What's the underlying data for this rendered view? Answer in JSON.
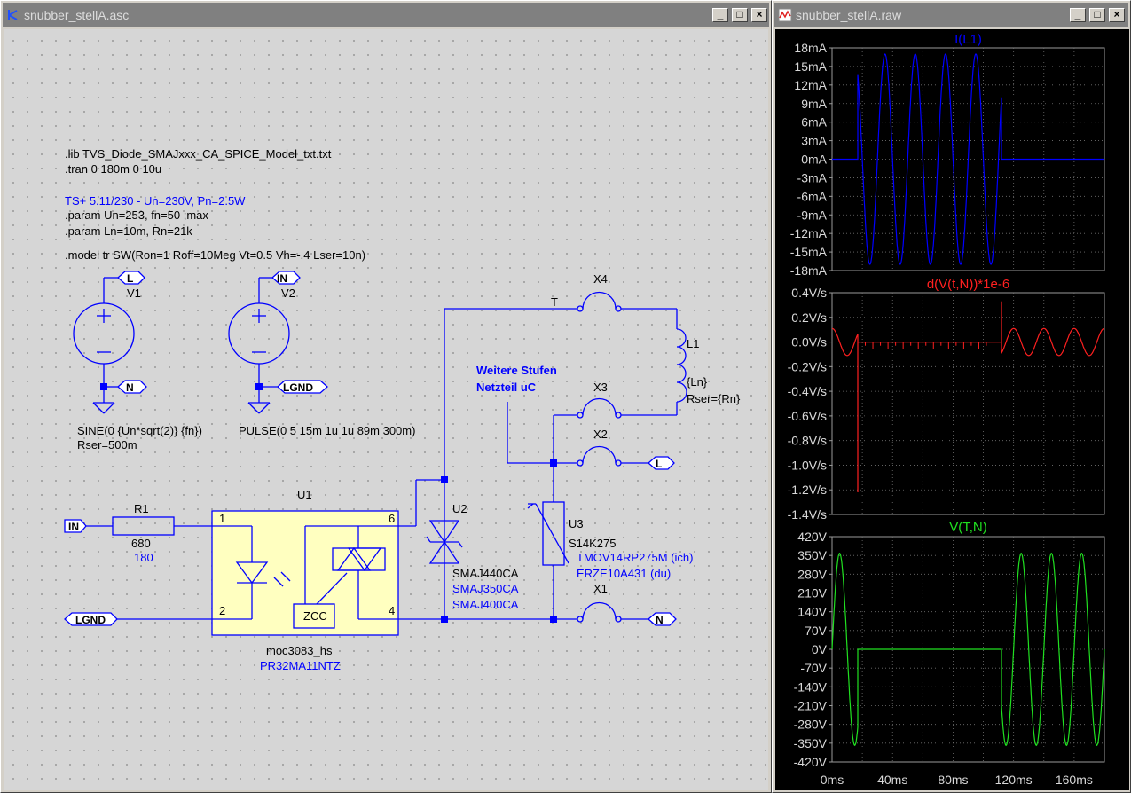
{
  "schematic_window": {
    "title": "snubber_stellA.asc",
    "buttons": {
      "minimize": "_",
      "maximize": "□",
      "close": "×"
    },
    "directives": {
      "lib": ".lib TVS_Diode_SMAJxxx_CA_SPICE_Model_txt.txt",
      "tran": ".tran 0 180m 0 10u",
      "comment": "TS+ 5.11/230 - Un=230V, Pn=2.5W",
      "param1": ".param Un=253, fn=50   ;max",
      "param2": ".param Ln=10m, Rn=21k",
      "model": ".model tr SW(Ron=1 Roff=10Meg Vt=0.5 Vh=-.4 Lser=10n)"
    },
    "components": {
      "v1_name": "V1",
      "v1_value": "SINE(0 {Un*sqrt(2)} {fn})",
      "v1_rser": "Rser=500m",
      "v2_name": "V2",
      "v2_value": "PULSE(0 5 15m 1u 1u 89m 300m)",
      "r1_name": "R1",
      "r1_value": "680",
      "r1_alt": "180",
      "u1_name": "U1",
      "u1_model": "moc3083_hs",
      "u1_alt": "PR32MA11NTZ",
      "u1_pin1": "1",
      "u1_pin2": "2",
      "u1_pin4": "4",
      "u1_pin6": "6",
      "zcc": "ZCC",
      "u2_name": "U2",
      "u2_value": "SMAJ440CA",
      "u2_alt1": "SMAJ350CA",
      "u2_alt2": "SMAJ400CA",
      "u3_name": "U3",
      "u3_value": "S14K275",
      "u3_alt1": "TMOV14RP275M (ich)",
      "u3_alt2": "ERZE10A431 (du)",
      "l1_name": "L1",
      "l1_value": "{Ln}",
      "l1_rser": "Rser={Rn}",
      "x1": "X1",
      "x2": "X2",
      "x3": "X3",
      "x4": "X4",
      "net_t": "T",
      "note_line1": "Weitere Stufen",
      "note_line2": "Netzteil uC"
    },
    "net_flags": {
      "l_v1": "L",
      "n_v1": "N",
      "in_v2": "IN",
      "lgnd_v2": "LGND",
      "in_r1": "IN",
      "lgnd_u1": "LGND",
      "l_x2": "L",
      "n_x1": "N"
    }
  },
  "plot_window": {
    "title": "snubber_stellA.raw",
    "buttons": {
      "minimize": "_",
      "maximize": "□",
      "close": "×"
    }
  },
  "chart_data": [
    {
      "type": "line",
      "title": "I(L1)",
      "color": "#0000ff",
      "y_ticks": [
        "18mA",
        "15mA",
        "12mA",
        "9mA",
        "6mA",
        "3mA",
        "0mA",
        "-3mA",
        "-6mA",
        "-9mA",
        "-12mA",
        "-15mA",
        "-18mA"
      ],
      "ylim": [
        -18,
        18
      ],
      "y_unit": "mA",
      "x_unit": "ms",
      "xlim": [
        0,
        180
      ],
      "series": [
        {
          "segments": [
            {
              "x": [
                0,
                17
              ],
              "kind": "flat",
              "value": 0
            },
            {
              "x": [
                17,
                112
              ],
              "kind": "sine",
              "amplitude": 17,
              "freq_hz": 50,
              "phase_deg": 180
            },
            {
              "x": [
                112,
                180
              ],
              "kind": "flat",
              "value": 0
            }
          ]
        }
      ],
      "grid": true
    },
    {
      "type": "line",
      "title": "d(V(t,N))*1e-6",
      "color": "#ff2020",
      "y_ticks": [
        "0.4V/s",
        "0.2V/s",
        "0.0V/s",
        "-0.2V/s",
        "-0.4V/s",
        "-0.6V/s",
        "-0.8V/s",
        "-1.0V/s",
        "-1.2V/s",
        "-1.4V/s"
      ],
      "ylim": [
        -1.4,
        0.4
      ],
      "x_unit": "ms",
      "xlim": [
        0,
        180
      ],
      "series": [
        {
          "segments": [
            {
              "x": [
                0,
                17
              ],
              "kind": "cos",
              "amplitude": 0.11,
              "freq_hz": 50
            },
            {
              "x": [
                17,
                17
              ],
              "kind": "spike",
              "value": -1.22
            },
            {
              "x": [
                17,
                112
              ],
              "kind": "flat_ticks",
              "value": 0,
              "tick_amp": 0.03
            },
            {
              "x": [
                112,
                112
              ],
              "kind": "spike",
              "value": 0.33
            },
            {
              "x": [
                112,
                180
              ],
              "kind": "cos",
              "amplitude": 0.11,
              "freq_hz": 50
            }
          ]
        }
      ],
      "grid": true
    },
    {
      "type": "line",
      "title": "V(T,N)",
      "color": "#20e020",
      "y_ticks": [
        "420V",
        "350V",
        "280V",
        "210V",
        "140V",
        "70V",
        "0V",
        "-70V",
        "-140V",
        "-210V",
        "-280V",
        "-350V",
        "-420V"
      ],
      "ylim": [
        -420,
        420
      ],
      "x_ticks": [
        "0ms",
        "40ms",
        "80ms",
        "120ms",
        "160ms"
      ],
      "x_tick_values": [
        0,
        40,
        80,
        120,
        160
      ],
      "xlim": [
        0,
        180
      ],
      "series": [
        {
          "segments": [
            {
              "x": [
                0,
                17
              ],
              "kind": "sine",
              "amplitude": 358,
              "freq_hz": 50,
              "phase_deg": 0
            },
            {
              "x": [
                17,
                112
              ],
              "kind": "flat",
              "value": 0
            },
            {
              "x": [
                112,
                180
              ],
              "kind": "sine",
              "amplitude": 358,
              "freq_hz": 50,
              "phase_deg": 0
            }
          ]
        }
      ],
      "grid": true
    }
  ]
}
